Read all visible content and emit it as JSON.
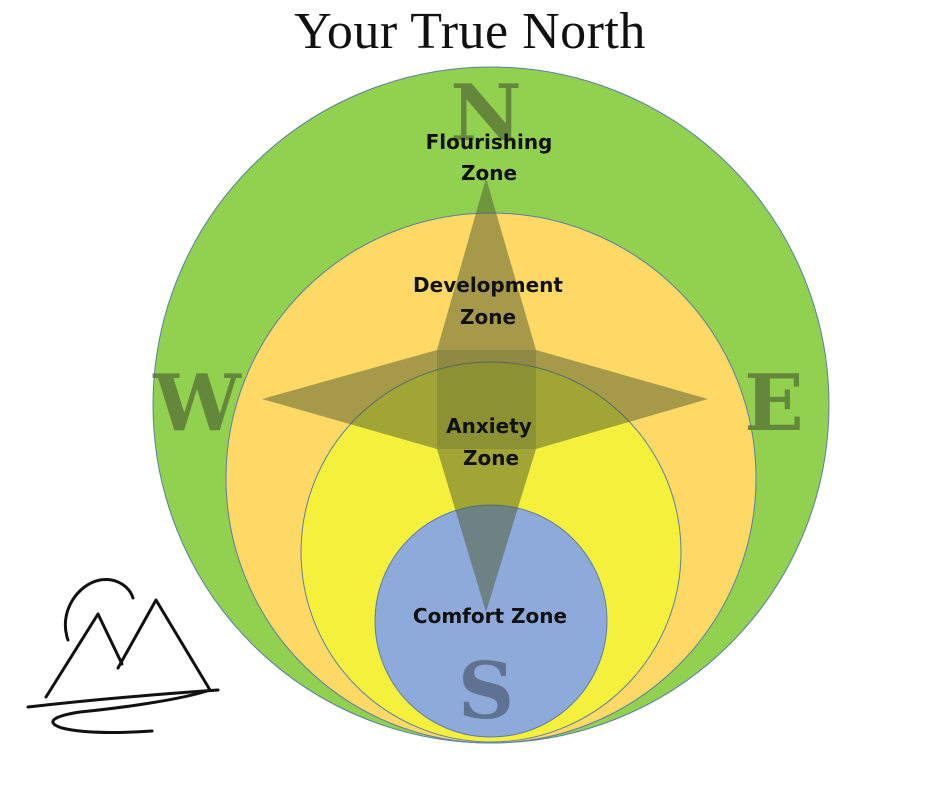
{
  "title": "Your True North",
  "compass": {
    "north": "N",
    "south": "S",
    "east": "E",
    "west": "W",
    "letter_color": "#5c7a38"
  },
  "zones": {
    "flourishing": {
      "line1": "Flourishing",
      "line2": "Zone",
      "color": "#92d050"
    },
    "development": {
      "line1": "Development",
      "line2": "Zone",
      "color": "#ffd966"
    },
    "anxiety": {
      "line1": "Anxiety",
      "line2": "Zone",
      "color": "#f5f03c"
    },
    "comfort": {
      "line1": "Comfort Zone",
      "color": "#8eaadb"
    }
  },
  "logo": {
    "icon": "mountain-logo-icon"
  }
}
